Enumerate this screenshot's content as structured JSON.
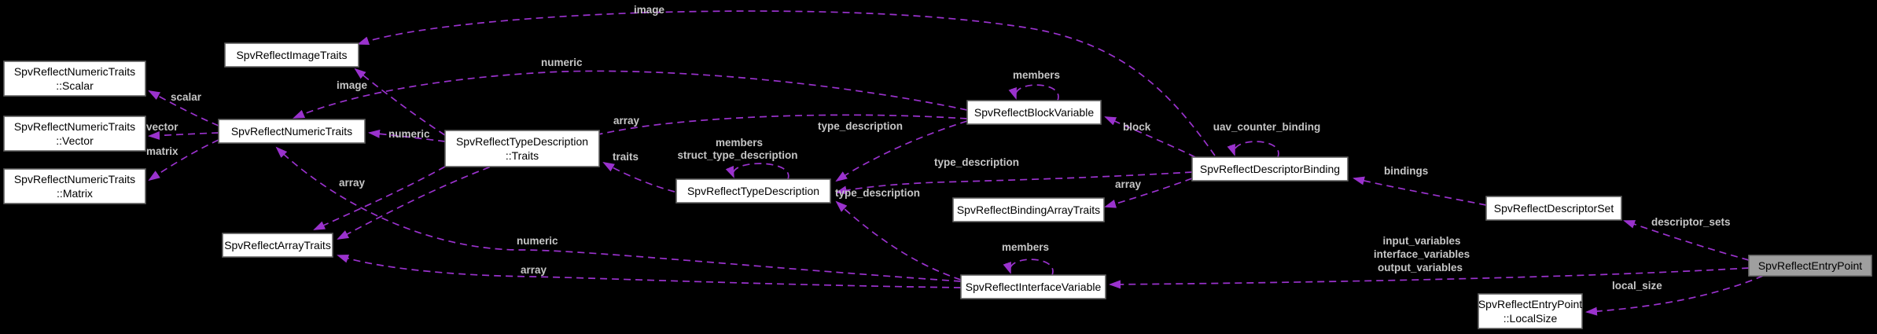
{
  "diagram": {
    "type": "doxygen-collaboration-graph",
    "background_color": "#000000",
    "edge_color": "#9a32cd",
    "edge_label_color": "#c6c6c6",
    "node_fill": "#ffffff",
    "node_border": "#5f5f5f",
    "highlight_node_fill": "#9f9f9f",
    "nodes": {
      "scalar": {
        "line1": "SpvReflectNumericTraits",
        "line2": "::Scalar"
      },
      "vector": {
        "line1": "SpvReflectNumericTraits",
        "line2": "::Vector"
      },
      "matrix": {
        "line1": "SpvReflectNumericTraits",
        "line2": "::Matrix"
      },
      "image_traits": {
        "label": "SpvReflectImageTraits"
      },
      "numeric_traits": {
        "label": "SpvReflectNumericTraits"
      },
      "type_traits": {
        "line1": "SpvReflectTypeDescription",
        "line2": "::Traits"
      },
      "type_description": {
        "label": "SpvReflectTypeDescription"
      },
      "array_traits": {
        "label": "SpvReflectArrayTraits"
      },
      "block_variable": {
        "label": "SpvReflectBlockVariable"
      },
      "descriptor_binding": {
        "label": "SpvReflectDescriptorBinding"
      },
      "binding_array_traits": {
        "label": "SpvReflectBindingArrayTraits"
      },
      "interface_variable": {
        "label": "SpvReflectInterfaceVariable"
      },
      "descriptor_set": {
        "label": "SpvReflectDescriptorSet"
      },
      "entry_point": {
        "label": "SpvReflectEntryPoint"
      },
      "local_size": {
        "line1": "SpvReflectEntryPoint",
        "line2": "::LocalSize"
      }
    },
    "edge_labels": {
      "scalar": "scalar",
      "vector": "vector",
      "matrix": "matrix",
      "image_top": "image",
      "image_mid": "image",
      "numeric_right": "numeric",
      "numeric_top": "numeric",
      "numeric_bottom": "numeric",
      "array_left": "array",
      "array_mid": "array",
      "array_bottom": "array",
      "array_right": "array",
      "traits": "traits",
      "members_struct_line1": "members",
      "members_struct_line2": "struct_type_description",
      "members_block": "members",
      "members_interface": "members",
      "type_description_upper": "type_description",
      "type_description_mid": "type_description",
      "type_description_lower": "type_description",
      "block": "block",
      "uav_counter_binding": "uav_counter_binding",
      "bindings": "bindings",
      "descriptor_sets": "descriptor_sets",
      "variables_line1": "input_variables",
      "variables_line2": "interface_variables",
      "variables_line3": "output_variables",
      "local_size": "local_size"
    }
  }
}
